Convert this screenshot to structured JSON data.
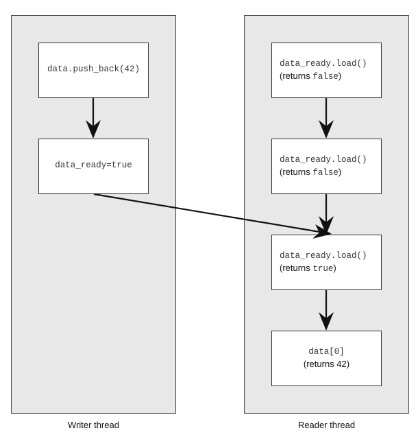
{
  "writer": {
    "label": "Writer thread",
    "push_back": "data.push_back(42)",
    "data_ready": "data_ready=true"
  },
  "reader": {
    "label": "Reader thread",
    "load_1": {
      "call": "data_ready.load()",
      "returns_prefix": "(returns ",
      "returns_value": "false",
      "returns_suffix": ")"
    },
    "load_2": {
      "call": "data_ready.load()",
      "returns_prefix": "(returns ",
      "returns_value": "false",
      "returns_suffix": ")"
    },
    "load_3": {
      "call": "data_ready.load()",
      "returns_prefix": "(returns ",
      "returns_value": "true",
      "returns_suffix": ")"
    },
    "data0": {
      "call": "data[0]",
      "returns_text": "(returns 42)"
    }
  }
}
